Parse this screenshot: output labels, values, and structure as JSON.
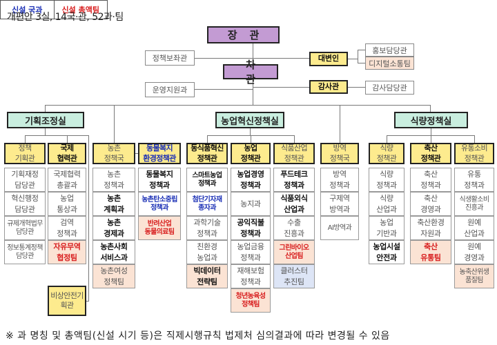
{
  "title": "개편안 3실, 14국·관, 52과·팀",
  "legend": {
    "new_bureau": "신설 국과",
    "new_team": "신설 총액팀",
    "new_bureau_color": "#1a2fb5",
    "new_team_color": "#d81e1e"
  },
  "top": {
    "minister": "장관",
    "vice_minister": "차관",
    "policy_advisor": "정책보좌관",
    "spokesperson": "대변인",
    "pr_officer": "홍보담당관",
    "digital_team": "디지털소통팀",
    "operations": "운영지원과",
    "inspector": "감사관",
    "audit_officer": "감사담당관"
  },
  "offices": {
    "planning": "기획조정실",
    "agri_innovation": "농업혁신정책실",
    "food": "식량정책실"
  },
  "emergency": "비상안전기획관",
  "columns": [
    {
      "header": "정책\n기획관",
      "style": "normal",
      "cells": [
        {
          "text": "기획재정\n담당관",
          "style": "normal"
        },
        {
          "text": "혁신행정\n담당관",
          "style": "normal"
        },
        {
          "text": "규제개혁법무\n담당관",
          "style": "normal"
        },
        {
          "text": "정보통계정책\n담당관",
          "style": "normal"
        }
      ]
    },
    {
      "header": "국제\n협력관",
      "style": "bold",
      "cells": [
        {
          "text": "국제협력\n총괄과",
          "style": "normal"
        },
        {
          "text": "농업\n통상과",
          "style": "normal"
        },
        {
          "text": "검역\n정책과",
          "style": "normal"
        },
        {
          "text": "자유무역\n협정팀",
          "style": "red",
          "bg": "peach"
        }
      ]
    },
    {
      "header": "농촌\n정책국",
      "style": "normal",
      "cells": [
        {
          "text": "농촌\n정책과",
          "style": "normal"
        },
        {
          "text": "농촌\n계획과",
          "style": "bold"
        },
        {
          "text": "농촌\n경제과",
          "style": "bold"
        },
        {
          "text": "농촌사회\n서비스과",
          "style": "bold"
        },
        {
          "text": "농촌여성\n정책팀",
          "style": "normal",
          "bg": "peach"
        }
      ]
    },
    {
      "header": "동물복지\n환경정책관",
      "style": "blue",
      "cells": [
        {
          "text": "동물복지\n정책과",
          "style": "bold"
        },
        {
          "text": "농촌탄소중립\n정책과",
          "style": "blue"
        },
        {
          "text": "반려산업\n동물의료팀",
          "style": "red",
          "bg": "peach"
        }
      ]
    },
    {
      "header": "동식품혁신\n정책관",
      "style": "bold",
      "cells": [
        {
          "text": "스마트농업\n정책과",
          "style": "bold"
        },
        {
          "text": "첨단기자재\n종자과",
          "style": "blue"
        },
        {
          "text": "과학기술\n정책과",
          "style": "normal"
        },
        {
          "text": "친환경\n농업과",
          "style": "normal"
        },
        {
          "text": "빅데이터\n전략팀",
          "style": "bold",
          "bg": "peach"
        }
      ]
    },
    {
      "header": "농업\n정책관",
      "style": "bold",
      "cells": [
        {
          "text": "농업경영\n정책과",
          "style": "bold"
        },
        {
          "text": "농지과",
          "style": "normal"
        },
        {
          "text": "공익직불\n정책과",
          "style": "bold"
        },
        {
          "text": "농업금융\n정책과",
          "style": "normal"
        },
        {
          "text": "재해보험\n정책과",
          "style": "normal"
        },
        {
          "text": "청년농육성\n정책팀",
          "style": "red",
          "bg": "peach"
        }
      ]
    },
    {
      "header": "식품산업\n정책관",
      "style": "normal",
      "cells": [
        {
          "text": "푸드테크\n정책과",
          "style": "bold"
        },
        {
          "text": "식품외식\n산업과",
          "style": "bold"
        },
        {
          "text": "수출\n진흥과",
          "style": "normal"
        },
        {
          "text": "그린바이오\n산업팀",
          "style": "red",
          "bg": "peach"
        },
        {
          "text": "클러스터\n추진팀",
          "style": "normal",
          "bg": "blue"
        }
      ]
    },
    {
      "header": "방역\n정책국",
      "style": "normal",
      "cells": [
        {
          "text": "방역\n정책과",
          "style": "normal"
        },
        {
          "text": "구제역\n방역과",
          "style": "normal"
        },
        {
          "text": "AI방역과",
          "style": "normal"
        }
      ]
    },
    {
      "header": "식량\n정책관",
      "style": "normal",
      "cells": [
        {
          "text": "식량\n정책과",
          "style": "normal"
        },
        {
          "text": "식량\n산업과",
          "style": "normal"
        },
        {
          "text": "농업\n기반과",
          "style": "normal"
        },
        {
          "text": "농업시설\n안전과",
          "style": "bold"
        }
      ]
    },
    {
      "header": "축산\n정책관",
      "style": "bold",
      "cells": [
        {
          "text": "축산\n정책과",
          "style": "normal"
        },
        {
          "text": "축산\n경영과",
          "style": "normal"
        },
        {
          "text": "축산환경\n자원과",
          "style": "normal"
        },
        {
          "text": "축산\n유통팀",
          "style": "red",
          "bg": "peach"
        }
      ]
    },
    {
      "header": "유통소비\n정책관",
      "style": "normal",
      "cells": [
        {
          "text": "유통\n정책과",
          "style": "normal"
        },
        {
          "text": "식생활소비\n진흥과",
          "style": "normal"
        },
        {
          "text": "원예\n산업과",
          "style": "normal"
        },
        {
          "text": "원예\n경영과",
          "style": "normal"
        },
        {
          "text": "농축산위생\n품질팀",
          "style": "normal",
          "bg": "peach"
        }
      ]
    }
  ],
  "footer": "※ 과 명칭 및 총액팀(신설 시기 등)은 직제시행규칙 법제처 심의결과에 따라 변경될 수 있음"
}
